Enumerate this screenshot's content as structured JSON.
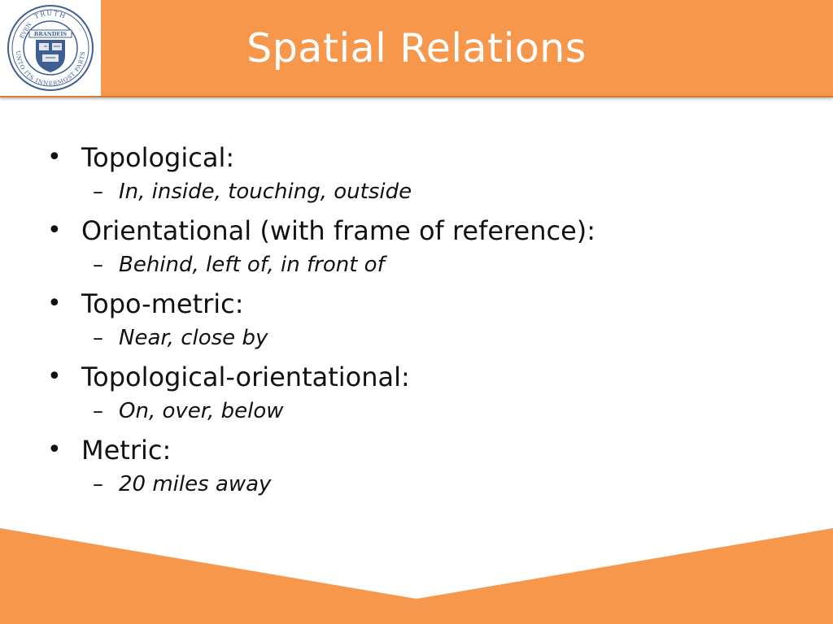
{
  "slide": {
    "title": "Spatial Relations",
    "logo": {
      "name": "university-seal",
      "ring_text_top": "TRUTH",
      "ring_text_left": "EVEN",
      "ring_text_bottom": "UNTO ITS INNERMOST PARTS",
      "center_text": "BRANDEIS",
      "colors": {
        "seal": "#3f5f93",
        "background": "#ffffff"
      }
    },
    "items": [
      {
        "label": "Topological:",
        "sub": "In, inside, touching, outside"
      },
      {
        "label": "Orientational (with frame of reference):",
        "sub": "Behind, left of, in front of"
      },
      {
        "label": "Topo-metric:",
        "sub": "Near, close by"
      },
      {
        "label": "Topological-orientational:",
        "sub": "On, over, below"
      },
      {
        "label": "Metric:",
        "sub": "20 miles away"
      }
    ],
    "bullet_symbol": "•",
    "sub_symbol": "–",
    "colors": {
      "accent": "#f6974b",
      "title_text": "#ffffff",
      "body_text": "#111111"
    }
  }
}
